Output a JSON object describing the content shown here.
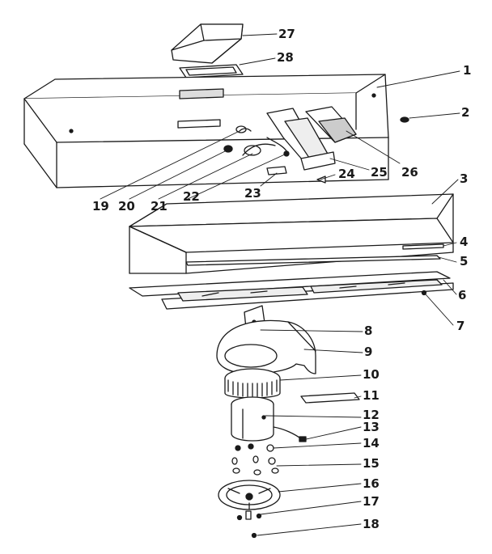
{
  "diagram": {
    "callouts": [
      {
        "id": "c1",
        "part": "1"
      },
      {
        "id": "c2",
        "part": "2"
      },
      {
        "id": "c3",
        "part": "3"
      },
      {
        "id": "c4",
        "part": "4"
      },
      {
        "id": "c5",
        "part": "5"
      },
      {
        "id": "c6",
        "part": "6"
      },
      {
        "id": "c7",
        "part": "7"
      },
      {
        "id": "c8",
        "part": "8"
      },
      {
        "id": "c9",
        "part": "9"
      },
      {
        "id": "c10",
        "part": "10"
      },
      {
        "id": "c11",
        "part": "11"
      },
      {
        "id": "c12",
        "part": "12"
      },
      {
        "id": "c13",
        "part": "13"
      },
      {
        "id": "c14",
        "part": "14"
      },
      {
        "id": "c15",
        "part": "15"
      },
      {
        "id": "c16",
        "part": "16"
      },
      {
        "id": "c17",
        "part": "17"
      },
      {
        "id": "c18",
        "part": "18"
      },
      {
        "id": "c19",
        "part": "19"
      },
      {
        "id": "c20",
        "part": "20"
      },
      {
        "id": "c21",
        "part": "21"
      },
      {
        "id": "c22",
        "part": "22"
      },
      {
        "id": "c23",
        "part": "23"
      },
      {
        "id": "c24",
        "part": "24"
      },
      {
        "id": "c25",
        "part": "25"
      },
      {
        "id": "c26",
        "part": "26"
      },
      {
        "id": "c27",
        "part": "27"
      },
      {
        "id": "c28",
        "part": "28"
      }
    ],
    "colors": {
      "ink": "#1a1a1a",
      "background": "#ffffff"
    }
  }
}
